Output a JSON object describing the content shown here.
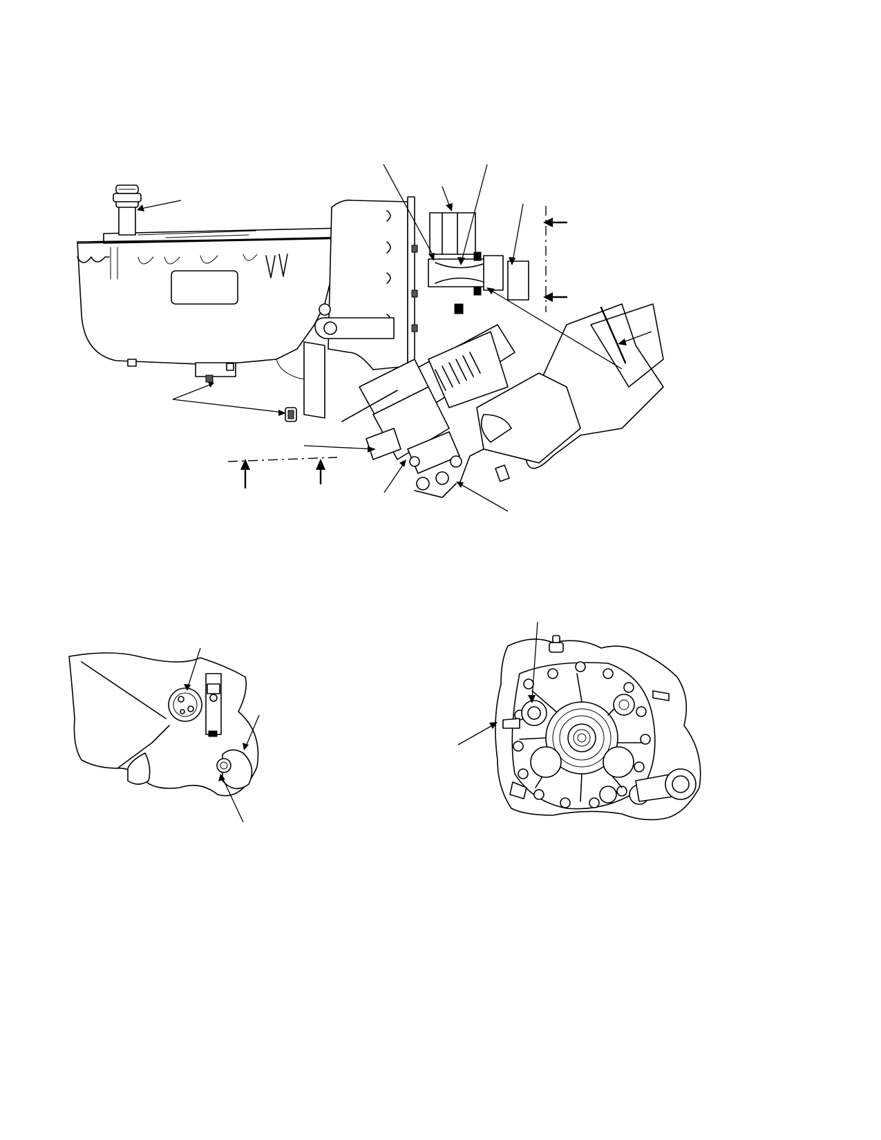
{
  "figure": {
    "views": [
      "main-assembly-view",
      "detail-view-left",
      "detail-view-right"
    ],
    "printed_text": []
  }
}
